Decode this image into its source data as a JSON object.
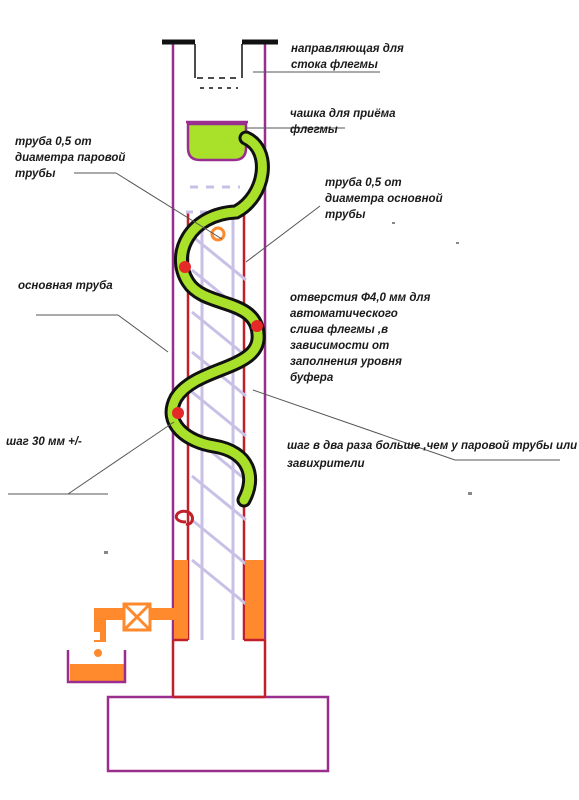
{
  "labels": {
    "guide": [
      "направляющая для",
      "стока флегмы"
    ],
    "cup": [
      "чашка для приёма",
      "флегмы"
    ],
    "tube_steam": [
      "труба 0,5 от",
      "диаметра паровой",
      "трубы"
    ],
    "tube_main": [
      "труба 0,5 от",
      "диаметра основной",
      "трубы"
    ],
    "main_tube": [
      "основная труба"
    ],
    "holes": [
      "отверстия Ф4,0 мм для",
      "автоматического",
      "слива флегмы ,в",
      "зависимости от",
      "заполнения уровня",
      "буфера"
    ],
    "step": [
      "шаг 30 мм +/-"
    ],
    "pitch": [
      "шаг в два раза больше ,чем у паровой трубы или",
      "завихрители"
    ]
  },
  "colors": {
    "outer_tube": "#9a2e8e",
    "inner_tube": "#c0202a",
    "steam_tube": "#c8c0e6",
    "spiral_fill": "#a8e02a",
    "liquid": "#ff8a2e",
    "hole": "#e52828",
    "leader": "#555555"
  }
}
